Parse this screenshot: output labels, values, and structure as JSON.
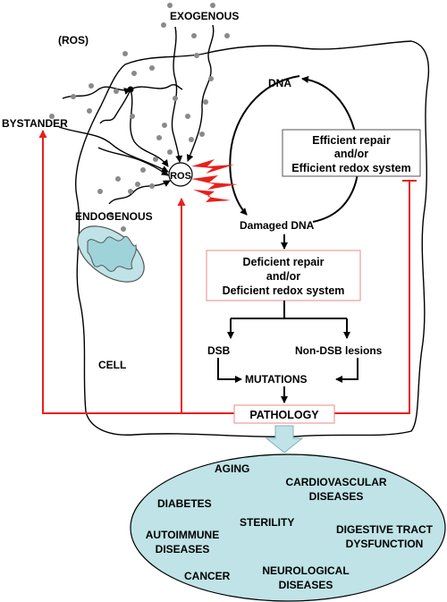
{
  "labels": {
    "ros_top": "(ROS)",
    "exogenous": "EXOGENOUS",
    "bystander": "BYSTANDER",
    "endogenous": "ENDOGENOUS",
    "ros_center": "ROS",
    "dna": "DNA",
    "damaged_dna": "Damaged DNA",
    "cell": "CELL",
    "dsb": "DSB",
    "non_dsb": "Non-DSB lesions",
    "mutations": "MUTATIONS",
    "pathology": "PATHOLOGY"
  },
  "efficient_box": [
    "Efficient repair",
    "and/or",
    "Efficient redox system"
  ],
  "deficient_box": [
    "Deficient repair",
    "and/or",
    "Deficient redox system"
  ],
  "diseases": {
    "aging": "AGING",
    "cardio": [
      "CARDIOVASCULAR",
      "DISEASES"
    ],
    "diabetes": "DIABETES",
    "sterility": "STERILITY",
    "digestive": [
      "DIGESTIVE TRACT",
      "DYSFUNCTION"
    ],
    "autoimmune": [
      "AUTOIMMUNE",
      "DISEASES"
    ],
    "cancer": "CANCER",
    "neuro": [
      "NEUROLOGICAL",
      "DISEASES"
    ]
  },
  "colors": {
    "red": "#e8201c",
    "ellipse_fill": "#bfe3e6",
    "mito_fill": "#9fd3da",
    "dot": "#8a8a8a"
  }
}
